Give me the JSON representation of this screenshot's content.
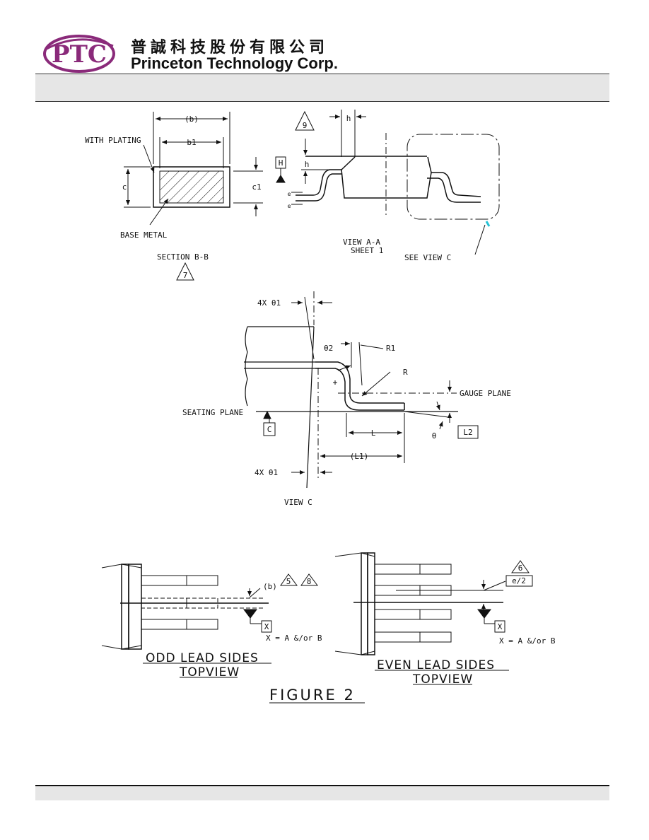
{
  "header": {
    "logo_text": "PTC",
    "company_cn": "普誠科技股份有限公司",
    "company_en": "Princeton Technology Corp."
  },
  "colors": {
    "logo": "#8a2a7a",
    "band": "#e6e6e6",
    "line": "#111111"
  },
  "section_bb": {
    "b": "(b)",
    "b1": "b1",
    "c": "c",
    "c1": "c1",
    "with_plating": "WITH PLATING",
    "base_metal": "BASE METAL",
    "title": "SECTION B-B",
    "note": "7"
  },
  "view_aa": {
    "note": "9",
    "h": "h",
    "h2": "h",
    "datum": "H",
    "e_top": "e",
    "e_bot": "e",
    "title": "VIEW A-A",
    "sheet": "SHEET 1",
    "see_view": "SEE VIEW C"
  },
  "view_c": {
    "theta1_top": "4X θ1",
    "theta2": "θ2",
    "r1": "R1",
    "r": "R",
    "gauge_plane": "GAUGE PLANE",
    "seating_plane": "SEATING PLANE",
    "datum_c": "C",
    "l": "L",
    "theta": "θ",
    "l2": "L2",
    "l1": "(L1)",
    "theta1_bot": "4X θ1",
    "title": "VIEW C"
  },
  "odd_lead": {
    "b": "(b)",
    "note_a": "5",
    "note_b": "8",
    "datum": "X",
    "formula": "X = A &/or B",
    "title": "ODD LEAD SIDES",
    "subtitle": "TOPVIEW"
  },
  "even_lead": {
    "note": "6",
    "tolerance": "e/2",
    "datum": "X",
    "formula": "X = A &/or B",
    "title": "EVEN LEAD SIDES",
    "subtitle": "TOPVIEW"
  },
  "figure_title": "FIGURE 2"
}
